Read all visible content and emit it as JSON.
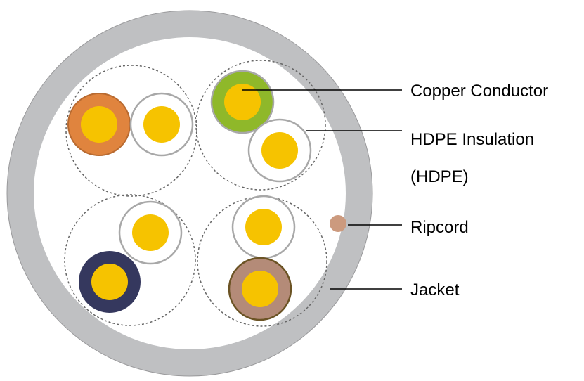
{
  "labels": {
    "copper_conductor": "Copper Conductor",
    "hdpe_insulation_line1": "HDPE Insulation",
    "hdpe_insulation_line2": "(HDPE)",
    "ripcord": "Ripcord",
    "jacket": "Jacket"
  },
  "colors": {
    "jacket": "#bfc0c2",
    "copper": "#f6c300",
    "insulation_white": "#ffffff",
    "insulation_outline": "#a8a8a8",
    "orange": "#e0843e",
    "green": "#8fb82a",
    "blue": "#35385e",
    "brown": "#b48b78",
    "ripcord": "#cc9a7e",
    "pair_boundary": "#666666"
  }
}
